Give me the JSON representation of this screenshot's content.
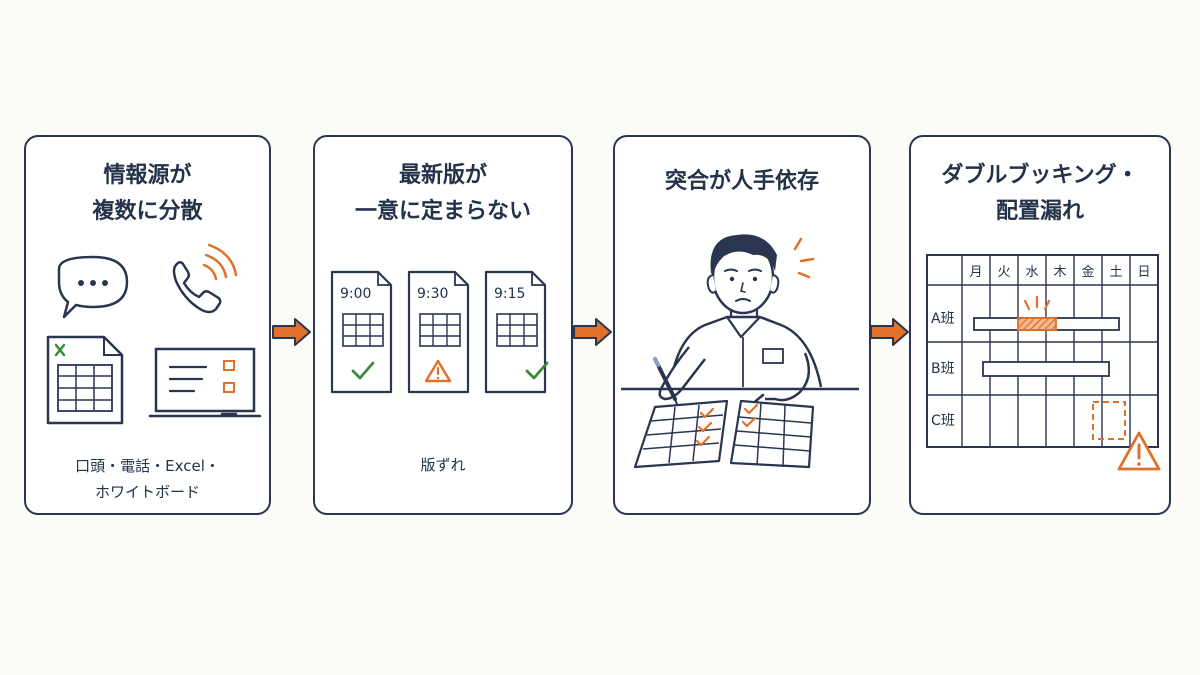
{
  "panels": [
    {
      "title_lines": [
        "情報源が",
        "複数に分散"
      ],
      "caption_lines": [
        "口頭・電話・Excel・",
        "ホワイトボード"
      ]
    },
    {
      "title_lines": [
        "最新版が",
        "一意に定まらない"
      ],
      "caption": "版ずれ",
      "docs": [
        {
          "time": "9:00",
          "status": "check-icon"
        },
        {
          "time": "9:30",
          "status": "warning-icon"
        },
        {
          "time": "9:15",
          "status": "check-icon"
        }
      ]
    },
    {
      "title": "突合が人手依存"
    },
    {
      "title_lines": [
        "ダブルブッキング・",
        "配置漏れ"
      ],
      "schedule": {
        "days": [
          "月",
          "火",
          "水",
          "木",
          "金",
          "土",
          "日"
        ],
        "teams": [
          "A班",
          "B班",
          "C班"
        ]
      }
    }
  ],
  "colors": {
    "ink": "#24324a",
    "accent": "#e0702a",
    "check": "#3a8a3a"
  }
}
